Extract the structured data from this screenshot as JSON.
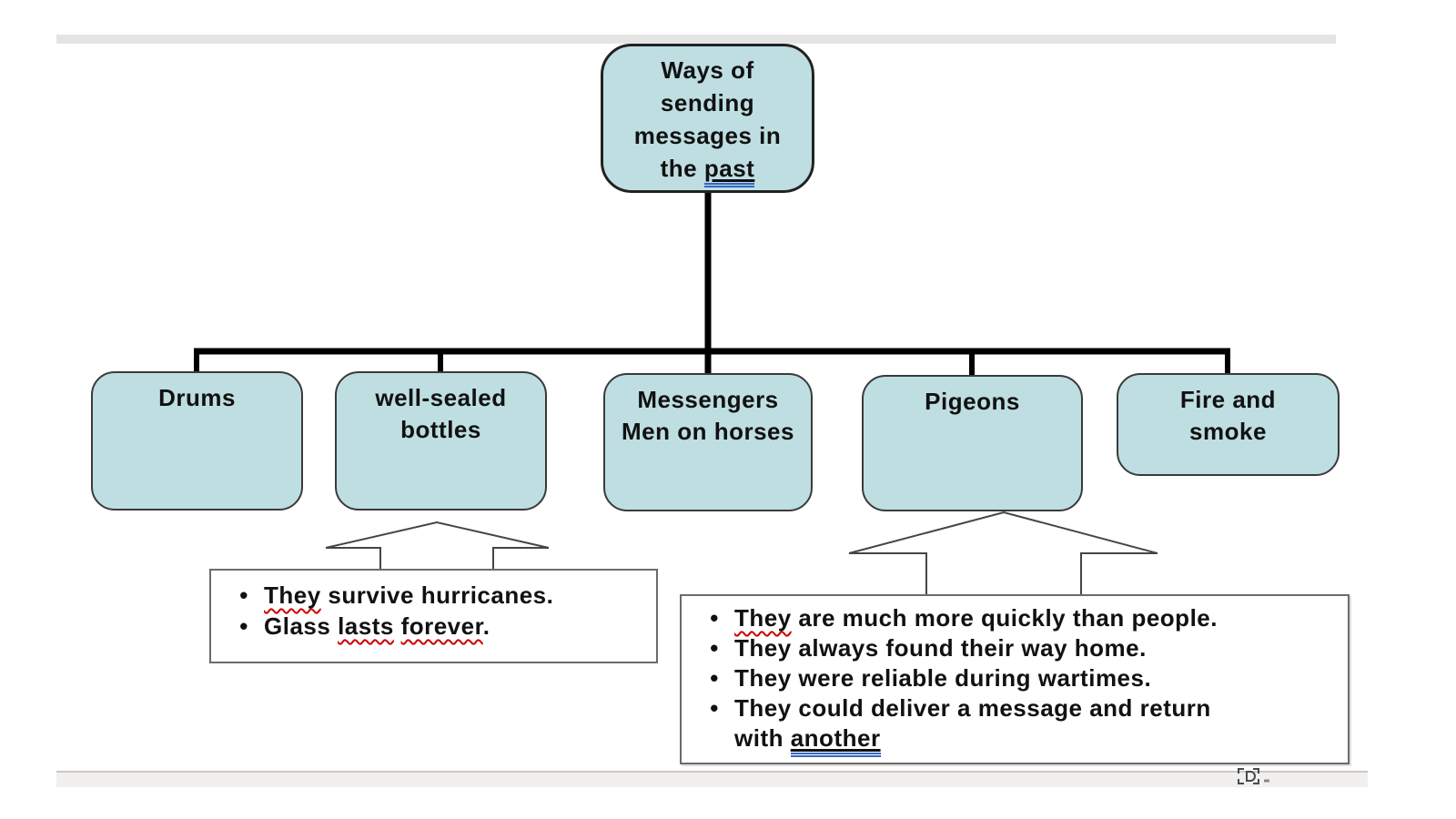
{
  "bullet_char": "•",
  "title_node": {
    "line1": "Ways of",
    "line2": "sending",
    "line3": "messages in",
    "line4_prefix": "the ",
    "line4_underlined_word": "past"
  },
  "branch_nodes": {
    "drums": {
      "label": "Drums"
    },
    "bottles": {
      "line1": "well-sealed",
      "line2": "bottles"
    },
    "messengers": {
      "line1": "Messengers",
      "line2": "Men on horses"
    },
    "pigeons": {
      "label": "Pigeons"
    },
    "fire": {
      "line1": "Fire and",
      "line2": "smoke"
    }
  },
  "bottle_notes": {
    "b1_misspelled": "They",
    "b1_rest": " survive hurricanes.",
    "b2_prefix": "Glass ",
    "b2_misspelled1": "lasts",
    "b2_space": " ",
    "b2_misspelled2": "forever",
    "b2_period": "."
  },
  "pigeon_notes": {
    "b1_misspelled": "They",
    "b1_rest": " are much more quickly than people.",
    "b2": "They always found their way home.",
    "b3": "They were reliable during wartimes.",
    "b4_line1": "They could deliver a message and return",
    "b4_line2_prefix": "with ",
    "b4_underlined_word": "another"
  },
  "colors": {
    "node_fill": "#bedee2",
    "node_border": "#3a3a3a",
    "tree_line_black": "#000000",
    "callout_line_gray": "#454545",
    "squiggle_red": "#cc0000",
    "underline_blue": "#3465c0",
    "strip_gray": "#e4e4e4"
  }
}
